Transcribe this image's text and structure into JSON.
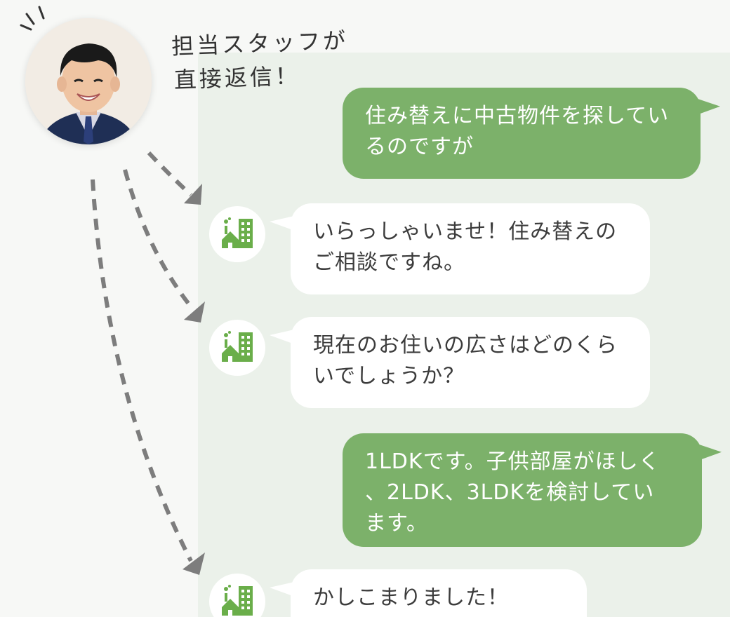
{
  "staff": {
    "caption_line1": "担当スタッフが",
    "caption_line2": "直接返信！",
    "avatar_icon": "staff-photo"
  },
  "messages": [
    {
      "sender": "user",
      "lines": [
        "住み替えに中古物件を探してい",
        "るのですが"
      ]
    },
    {
      "sender": "shop",
      "lines": [
        "いらっしゃいませ！住み替えの",
        "ご相談ですね。"
      ]
    },
    {
      "sender": "shop",
      "lines": [
        "現在のお住いの広さはどのくら",
        "いでしょうか？"
      ]
    },
    {
      "sender": "user",
      "lines": [
        " 1LDKです。子供部屋がほしく",
        "、2LDK、3LDKを検討してい",
        "ます。"
      ]
    },
    {
      "sender": "shop",
      "lines": [
        "かしこまりました！"
      ]
    }
  ],
  "colors": {
    "user_bubble": "#7cb16a",
    "shop_bubble": "#ffffff",
    "chat_panel": "#ebf1ea",
    "icon_green": "#6aae4a",
    "arrow": "#7d7d7d"
  },
  "shop_icon": "house-and-building-icon"
}
